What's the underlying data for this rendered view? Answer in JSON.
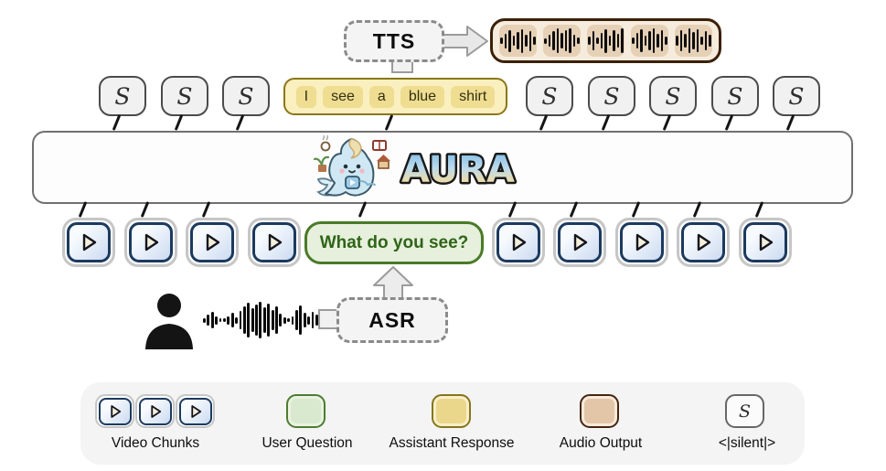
{
  "figure": {
    "tts_label": "TTS",
    "asr_label": "ASR",
    "aura_logo": "AURA",
    "user_question": "What do you see?",
    "assistant_tokens": [
      "I",
      "see",
      "a",
      "blue",
      "shirt"
    ],
    "silent_token": "S",
    "silent_left_count": 3,
    "silent_right_count": 5,
    "video_left_count": 4,
    "video_right_count": 5,
    "audio_chunks": [
      [
        7,
        16,
        24,
        11,
        19,
        26,
        13,
        22,
        9
      ],
      [
        6,
        13,
        21,
        27,
        17,
        23,
        27,
        13,
        7
      ],
      [
        9,
        21,
        7,
        17,
        26,
        11,
        23,
        15,
        27
      ],
      [
        7,
        17,
        25,
        11,
        21,
        27,
        15,
        23,
        9
      ],
      [
        11,
        23,
        15,
        27,
        19,
        25,
        9,
        21,
        13
      ]
    ],
    "user_waveform": [
      5,
      12,
      18,
      9,
      4,
      4,
      9,
      16,
      7,
      20,
      30,
      38,
      26,
      34,
      40,
      28,
      36,
      22,
      30,
      14,
      7,
      4,
      9,
      22,
      32,
      16,
      9,
      18,
      12,
      5
    ]
  },
  "legend": {
    "items": [
      {
        "id": "video-chunks",
        "label": "Video Chunks"
      },
      {
        "id": "user-question",
        "label": "User Question"
      },
      {
        "id": "assistant-response",
        "label": "Assistant Response"
      },
      {
        "id": "audio-output",
        "label": "Audio Output"
      },
      {
        "id": "silent",
        "label": "<|silent|>",
        "symbol": "S"
      }
    ]
  },
  "colors": {
    "silent_fill": "#f1f1f1",
    "silent_border": "#4b4b4b",
    "response_fill": "#faefbe",
    "response_border": "#8a7618",
    "response_token": "#efdd92",
    "question_fill": "#e6f0dc",
    "question_border": "#4a7a28",
    "question_text": "#2f6418",
    "video_inner_border": "#1c3a5e",
    "video_outer_border": "#c6c6c6",
    "video_fill": "#ccdbf1",
    "audio_fill": "#f6ecdd",
    "audio_chunk": "#e6d0b6",
    "audio_border": "#3a2008",
    "module_fill": "#f4f4f4",
    "module_border": "#8b8b8b",
    "legend_fill": "#f4f4f4",
    "aura_border": "#707070"
  }
}
